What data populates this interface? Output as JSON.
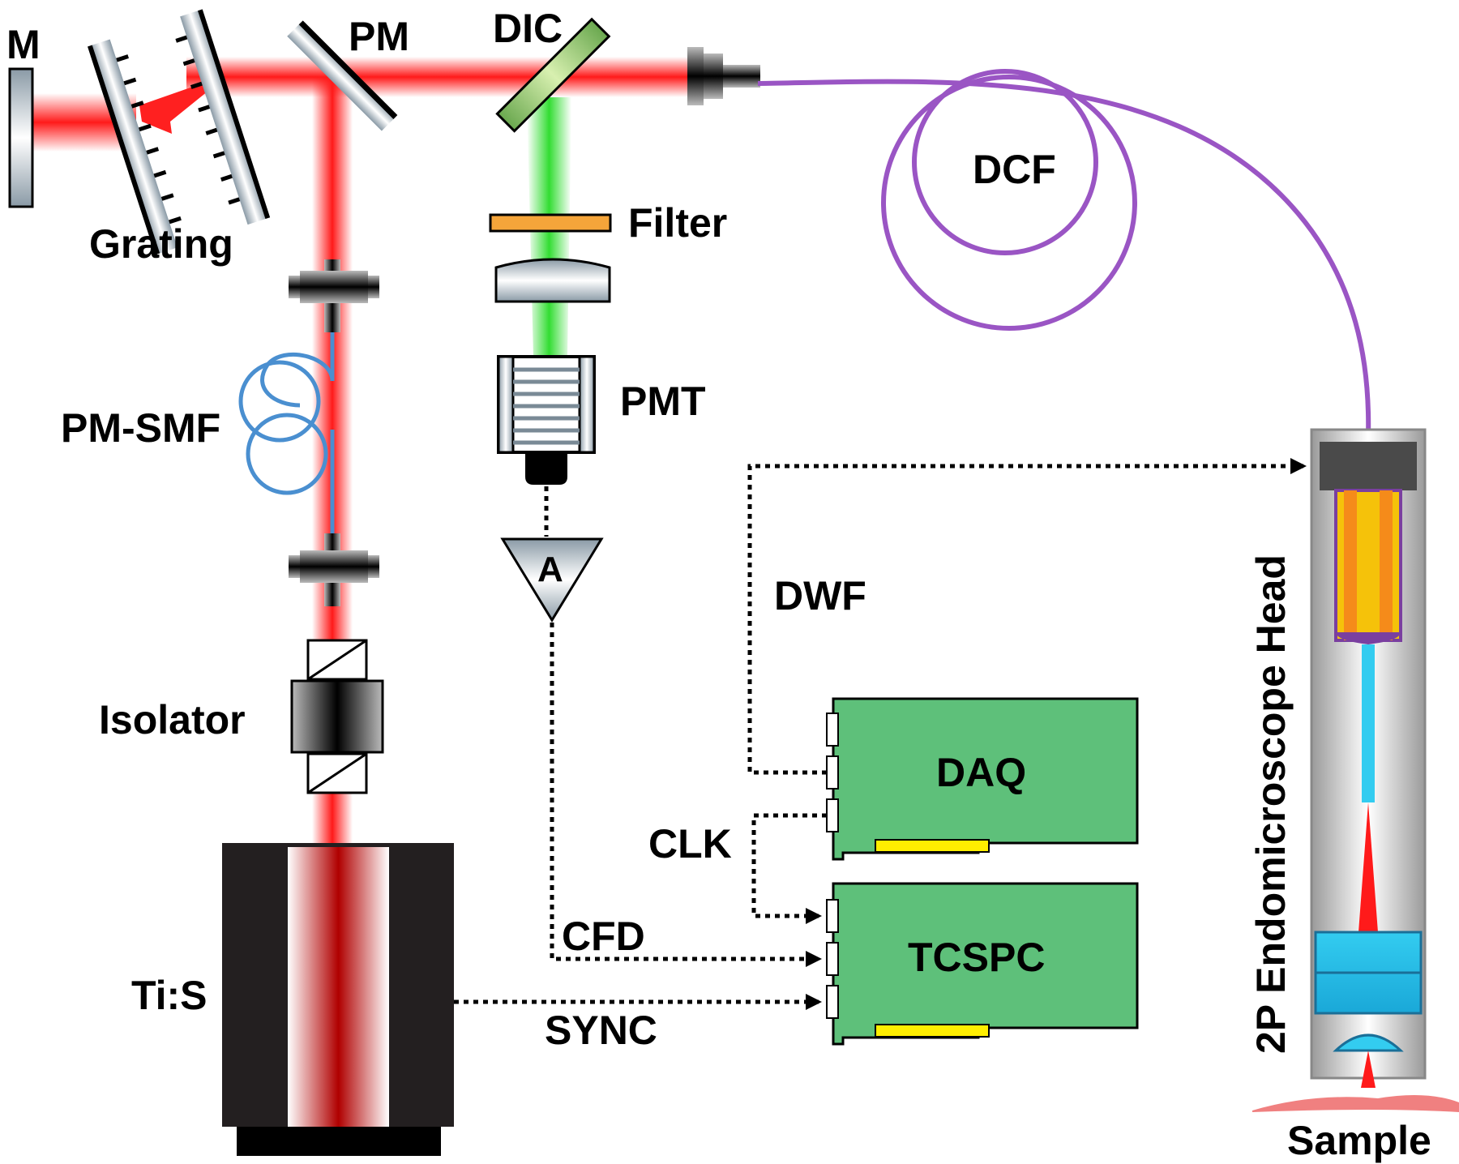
{
  "labels": {
    "mirror": "M",
    "grating": "Grating",
    "pm": "PM",
    "dic": "DIC",
    "filter": "Filter",
    "pmt": "PMT",
    "amplifier": "A",
    "pm_smf": "PM-SMF",
    "isolator": "Isolator",
    "tis": "Ti:S",
    "dcf": "DCF",
    "dwf": "DWF",
    "daq": "DAQ",
    "tcspc": "TCSPC",
    "clk": "CLK",
    "cfd": "CFD",
    "sync": "SYNC",
    "endomicroscope_head": "2P Endomicroscope Head",
    "sample": "Sample"
  },
  "colors": {
    "laser_beam": "#ff1a1a",
    "fluorescence_beam": "#33dd33",
    "dcf_fiber": "#9a55c4",
    "pm_smf_fiber": "#4a8fd0",
    "board": "#5ec07a",
    "board_slot": "#ffee00",
    "filter": "#f5a53a",
    "objective": "#33ccf0",
    "sample": "#f08080",
    "dic_mirror": "#9ccd5e"
  }
}
